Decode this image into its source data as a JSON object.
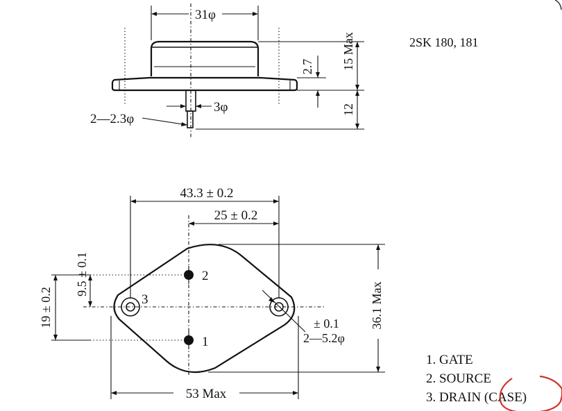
{
  "part_number": "2SK 180, 181",
  "top_view": {
    "dim_diameter": "31φ",
    "dim_height_max": "15 Max",
    "dim_flange": "2.7",
    "dim_lead_length": "12",
    "dim_lead_dia": "3φ",
    "dim_pin_dia": "2—2.3φ"
  },
  "bottom_view": {
    "dim_hole_spacing": "43.3 ± 0.2",
    "dim_pin_offset": "25 ± 0.2",
    "dim_pin_vertical": "9.5 ± 0.1",
    "dim_height_left": "19 ± 0.2",
    "dim_height_right": "36.1 Max",
    "dim_width": "53 Max",
    "dim_hole_tol": "± 0.1",
    "dim_hole_dia": "2—5.2φ",
    "pin_label_1": "1",
    "pin_label_2": "2",
    "pin_label_3": "3"
  },
  "legend": [
    "1. GATE",
    "2. SOURCE",
    "3. DRAIN (CASE)"
  ],
  "annotation_color": "#d0332a"
}
